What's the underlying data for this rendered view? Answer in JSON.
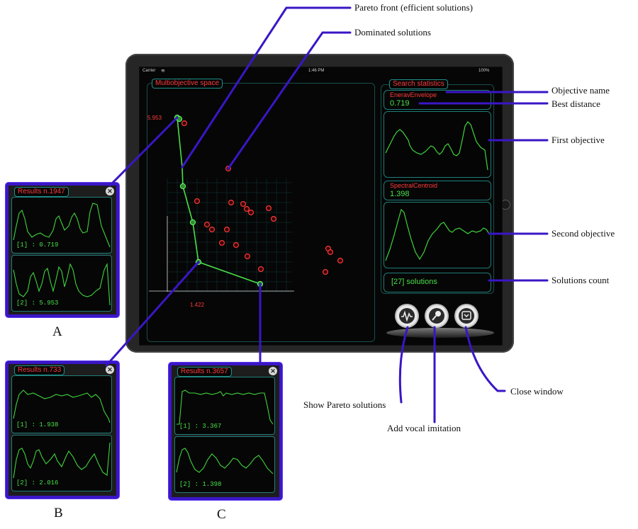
{
  "status_bar": {
    "carrier": "Carrier",
    "time": "1:46 PM",
    "battery": "100%"
  },
  "multiobjective": {
    "title": "Multiobjective space",
    "y_value_label": "5.953",
    "x_value_label": "1.422"
  },
  "search_stats": {
    "title": "Search statistics",
    "objective1_name": "EneravEnvelope",
    "objective1_best": "0.719",
    "objective2_name": "SpectralCentroid",
    "objective2_best": "1.398",
    "solutions_count": "[27] solutions"
  },
  "toolbar": {
    "show_pareto_icon": "waveform-icon",
    "vocal_icon": "microphone-icon",
    "close_icon": "close-window-icon"
  },
  "insets": {
    "A": {
      "title": "Results n.1947",
      "obj1": "[1] : 0.719",
      "obj2": "[2] : 5.953",
      "letter": "A"
    },
    "B": {
      "title": "Results n.733",
      "obj1": "[1] : 1.938",
      "obj2": "[2] : 2.016",
      "letter": "B"
    },
    "C": {
      "title": "Results n.3657",
      "obj1": "[1] : 3.367",
      "obj2": "[2] : 1.398",
      "letter": "C"
    }
  },
  "annotations": {
    "pareto_front": "Pareto front (efficient solutions)",
    "dominated": "Dominated solutions",
    "objective_name": "Objective name",
    "best_distance": "Best distance",
    "first_objective": "First objective",
    "second_objective": "Second objective",
    "solutions_count": "Solutions count",
    "show_pareto": "Show Pareto solutions",
    "add_vocal": "Add vocal imitation",
    "close_window": "Close window"
  },
  "colors": {
    "annotation_line": "#3a16c6",
    "pareto_green": "#49e04a",
    "dominated_red": "#ff3a3a",
    "panel_border": "#1e7d79"
  }
}
